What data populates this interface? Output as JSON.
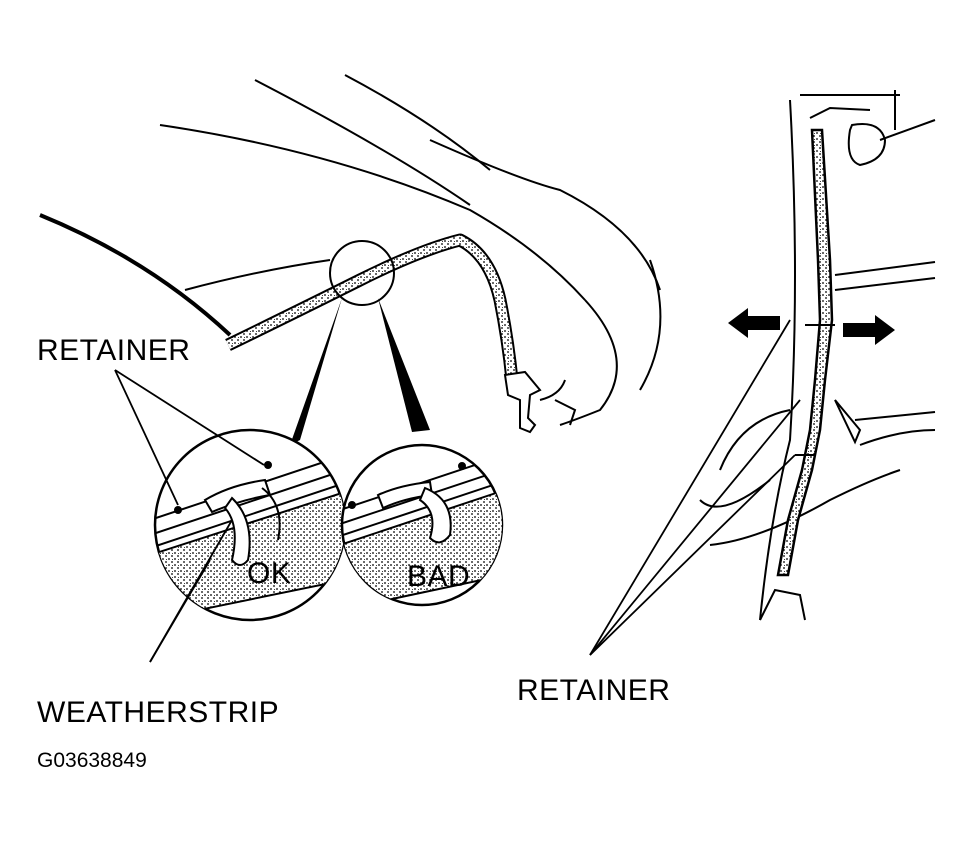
{
  "labels": {
    "retainer_left": "RETAINER",
    "ok": "OK",
    "bad": "BAD",
    "weatherstrip": "WEATHERSTRIP",
    "retainer_right": "RETAINER",
    "figure_code": "G03638849"
  },
  "colors": {
    "ink": "#000000",
    "paper": "#ffffff"
  },
  "icons": {
    "left_arrow": "arrow-left-icon",
    "right_arrow": "arrow-right-icon"
  }
}
